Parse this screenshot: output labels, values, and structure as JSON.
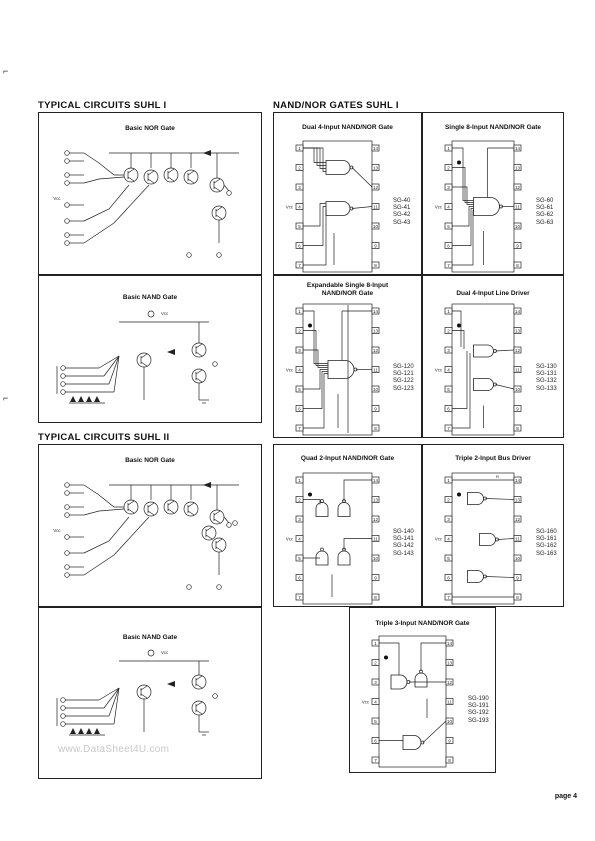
{
  "headings": {
    "typical_suhl_1": "TYPICAL CIRCUITS SUHL I",
    "nand_nor_gates_suhl_1": "NAND/NOR GATES SUHL I",
    "typical_suhl_2": "TYPICAL CIRCUITS SUHL II"
  },
  "panels": {
    "suhl1_nor": {
      "title": "Basic NOR Gate"
    },
    "suhl1_nand": {
      "title": "Basic NAND Gate"
    },
    "suhl2_nor": {
      "title": "Basic NOR Gate"
    },
    "suhl2_nand": {
      "title": "Basic NAND Gate"
    }
  },
  "gates": {
    "dual4": {
      "title": "Dual 4-Input NAND/NOR Gate",
      "parts": [
        "SG-40",
        "SG-41",
        "SG-42",
        "SG-43"
      ]
    },
    "single8": {
      "title": "Single 8-Input NAND/NOR Gate",
      "parts": [
        "SG-60",
        "SG-61",
        "SG-62",
        "SG-63"
      ]
    },
    "expandable8": {
      "title": "Expandable Single 8-Input NAND/NOR Gate",
      "parts": [
        "SG-120",
        "SG-121",
        "SG-122",
        "SG-123"
      ]
    },
    "line_driver": {
      "title": "Dual 4-Input Line Driver",
      "parts": [
        "SG-130",
        "SG-131",
        "SG-132",
        "SG-133"
      ]
    },
    "quad2": {
      "title": "Quad 2-Input NAND/NOR Gate",
      "parts": [
        "SG-140",
        "SG-141",
        "SG-142",
        "SG-143"
      ]
    },
    "bus_driver": {
      "title": "Triple 2-Input Bus Driver",
      "parts": [
        "SG-160",
        "SG-161",
        "SG-162",
        "SG-163"
      ]
    },
    "triple3": {
      "title": "Triple 3-Input NAND/NOR Gate",
      "parts": [
        "SG-190",
        "SG-191",
        "SG-192",
        "SG-193"
      ]
    }
  },
  "pins": {
    "left": [
      "1",
      "2",
      "3",
      "4",
      "5",
      "6",
      "7"
    ],
    "right": [
      "14",
      "13",
      "12",
      "11",
      "10",
      "9",
      "8"
    ],
    "vcc": "Vcc"
  },
  "watermark": "www.DataSheet4U.com",
  "page_label": "page 4"
}
